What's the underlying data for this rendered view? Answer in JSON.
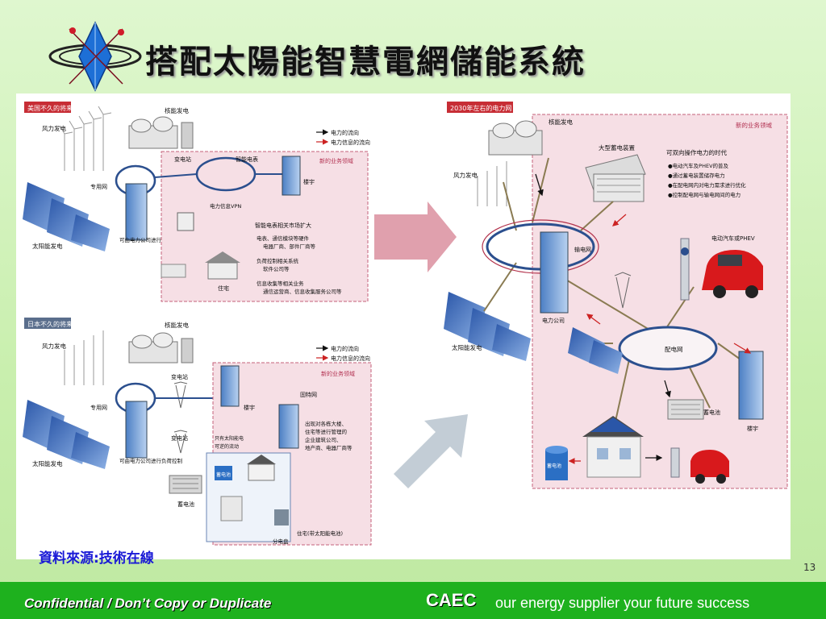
{
  "slide": {
    "title": "搭配太陽能智慧電網儲能系統",
    "source": "資料來源:技術在線",
    "page_number": "13"
  },
  "footer": {
    "confidential": "Confidential / Don’t Copy or Duplicate",
    "brand": "CAEC",
    "slogan": "our energy supplier your future success"
  },
  "us_panel": {
    "header": "美国不久的将来",
    "nuclear": "核能发电",
    "wind": "风力发电",
    "solar": "太阳能发电",
    "dedicated_net": "专用网",
    "substation": "变电站",
    "smart_meter": "智能电表",
    "building": "楼宇",
    "vpn": "电力信息VPN",
    "power_flow": "电力的流向",
    "info_flow": "电力信息的流向",
    "new_business": "新的业务领域",
    "utility_control": "可由电力公司进行负荷控制",
    "house": "住宅",
    "market": "智能电表相关市场扩大",
    "b1": "电表、通信模块等硬件",
    "b1b": "电器厂商、部件厂商等",
    "b2": "负荷控制相关系统",
    "b2b": "软件公司等",
    "b3": "信息收集等相关业务",
    "b3b": "通信运营商、信息收集服务公司等"
  },
  "jp_panel": {
    "header": "日本不久的将来",
    "nuclear": "核能发电",
    "wind": "风力发电",
    "solar": "太阳能发电",
    "dedicated_net": "专用网",
    "substation": "变电站",
    "power_flow": "电力的流向",
    "info_flow": "电力信息的流向",
    "new_business": "新的业务领域",
    "building": "楼宇",
    "fixed_net": "固特网",
    "utility_control": "可由电力公司进行负荷控制",
    "only_solar": "只有太阳能电",
    "reverse": "可逆的流动",
    "battery": "蓄电池",
    "storage": "蓄电池",
    "distribution": "分电盘",
    "house_solar": "住宅(带太阳能电池)",
    "mgmt1": "出现对各栋大楼、",
    "mgmt2": "住宅等进行管理的",
    "mgmt3": "企业建筑公司、",
    "mgmt4": "地产商、电器厂商等"
  },
  "future_panel": {
    "header": "2030年左右的电力网",
    "nuclear": "核能发电",
    "wind": "风力发电",
    "solar": "太阳能发电",
    "big_storage": "大型蓄电装置",
    "new_business": "新的业务领域",
    "bidir_title": "可双向操作电力的时代",
    "f1": "●电动汽车及PHEV的普及",
    "f2": "●通过蓄电装置储存电力",
    "f3": "●在配电网内对电力需求进行优化",
    "f4": "●控制配电网与输电网间的电力",
    "transmission": "输电网",
    "power_company": "电力公司",
    "ev": "电动汽车或PHEV",
    "distribution": "配电网",
    "battery": "蓄电池",
    "building": "楼宇",
    "storage_tank": "蓄电池"
  },
  "colors": {
    "footer_green": "#1eb11e",
    "title_shadow": "#9a9a9a",
    "ring_blue": "#2b4f8e",
    "ring_red": "#b2304a",
    "dashed_border": "#c4607a",
    "new_area_fill": "#f6dfe5",
    "car_red": "#d8191c",
    "header_badge": "#c72d35",
    "arrow_pink": "#e0a0ad",
    "arrow_grey": "#c3cdd6"
  }
}
